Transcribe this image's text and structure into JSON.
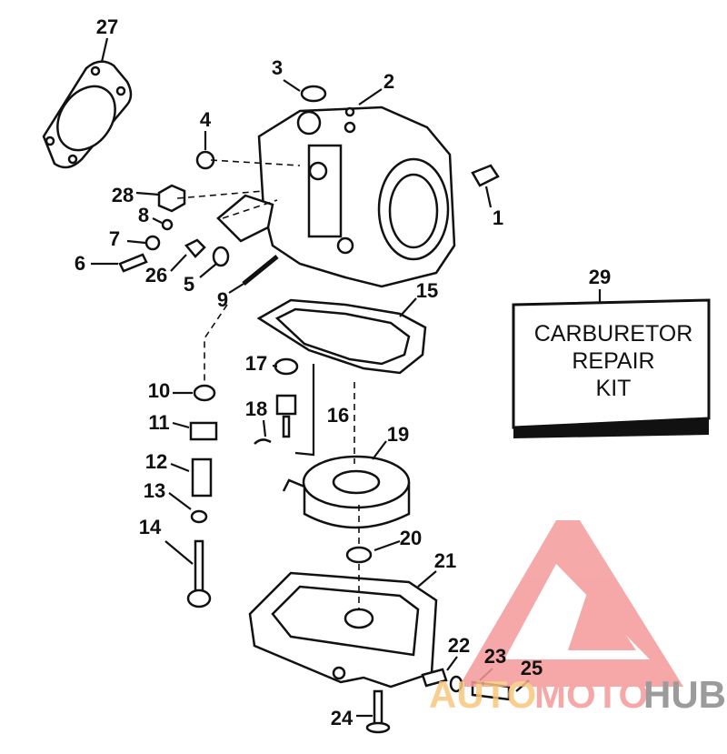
{
  "diagram": {
    "callouts": [
      "1",
      "2",
      "3",
      "4",
      "5",
      "6",
      "7",
      "8",
      "9",
      "10",
      "11",
      "12",
      "13",
      "14",
      "15",
      "16",
      "17",
      "18",
      "19",
      "20",
      "21",
      "22",
      "23",
      "24",
      "25",
      "26",
      "27",
      "28",
      "29"
    ],
    "kit_box": {
      "line1": "CARBURETOR",
      "line2": "REPAIR",
      "line3": "KIT"
    }
  },
  "watermark": {
    "part1": "AUTO",
    "part2": "MOTO",
    "part3": "HUB",
    "colors": {
      "auto": "#f9c77d",
      "moto": "#f59a9a",
      "hub": "#8a8a8a"
    }
  }
}
